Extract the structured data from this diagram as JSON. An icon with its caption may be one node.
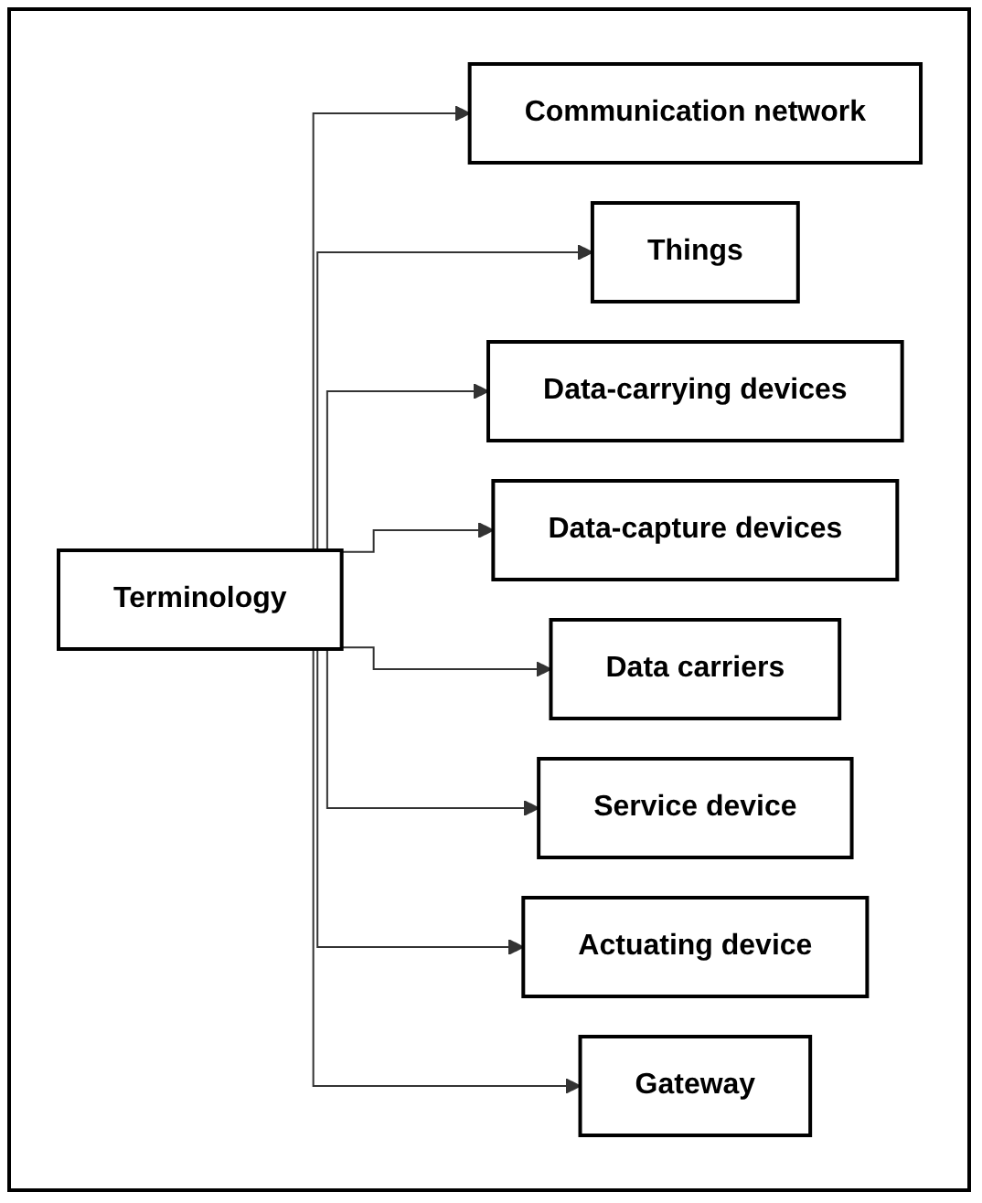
{
  "diagram": {
    "nodes": [
      {
        "text": [
          "Terminology"
        ]
      },
      {
        "text": [
          "Communication network"
        ]
      },
      {
        "text": [
          "Things"
        ]
      },
      {
        "text": [
          "Data-carrying devices"
        ]
      },
      {
        "text": [
          "Data-capture devices"
        ]
      },
      {
        "text": [
          "Data carriers"
        ]
      },
      {
        "text": [
          "Service device"
        ]
      },
      {
        "text": [
          "Actuating device"
        ]
      },
      {
        "text": [
          "Gateway"
        ]
      }
    ],
    "edges": [
      {
        "from": 0,
        "to": 1,
        "arrow": "to"
      },
      {
        "from": 0,
        "to": 2,
        "arrow": "to"
      },
      {
        "from": 0,
        "to": 3,
        "arrow": "to"
      },
      {
        "from": 0,
        "to": 4,
        "arrow": "to"
      },
      {
        "from": 0,
        "to": 5,
        "arrow": "to"
      },
      {
        "from": 0,
        "to": 6,
        "arrow": "to"
      },
      {
        "from": 0,
        "to": 7,
        "arrow": "to"
      },
      {
        "from": 0,
        "to": 8,
        "arrow": "to"
      }
    ]
  }
}
